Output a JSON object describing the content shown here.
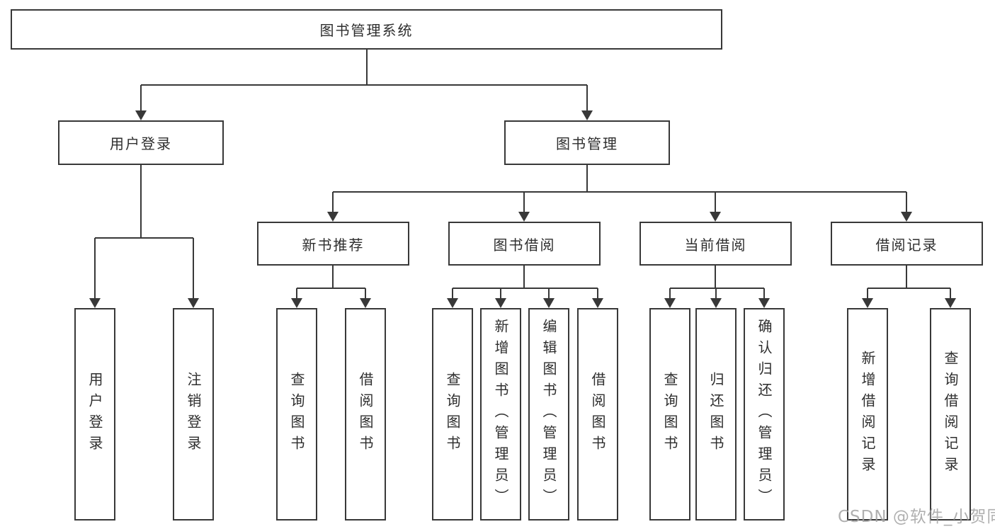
{
  "tree": {
    "root": {
      "label": "图书管理系统",
      "children": [
        {
          "label": "用户登录",
          "children": [
            {
              "label": "用户登录"
            },
            {
              "label": "注销登录"
            }
          ]
        },
        {
          "label": "图书管理",
          "children": [
            {
              "label": "新书推荐",
              "children": [
                {
                  "label": "查询图书"
                },
                {
                  "label": "借阅图书"
                }
              ]
            },
            {
              "label": "图书借阅",
              "children": [
                {
                  "label": "查询图书"
                },
                {
                  "label": "新增图书（管理员）"
                },
                {
                  "label": "编辑图书（管理员）"
                },
                {
                  "label": "借阅图书"
                }
              ]
            },
            {
              "label": "当前借阅",
              "children": [
                {
                  "label": "查询图书"
                },
                {
                  "label": "归还图书"
                },
                {
                  "label": "确认归还（管理员）"
                }
              ]
            },
            {
              "label": "借阅记录",
              "children": [
                {
                  "label": "新增借阅记录"
                },
                {
                  "label": "查询借阅记录"
                }
              ]
            }
          ]
        }
      ]
    }
  },
  "watermark": {
    "text": "CSDN @软件_小贺同学"
  },
  "colors": {
    "line": "#383838",
    "text": "#2e2e2e",
    "background": "#ffffff",
    "watermark": "#a3a3a3"
  }
}
